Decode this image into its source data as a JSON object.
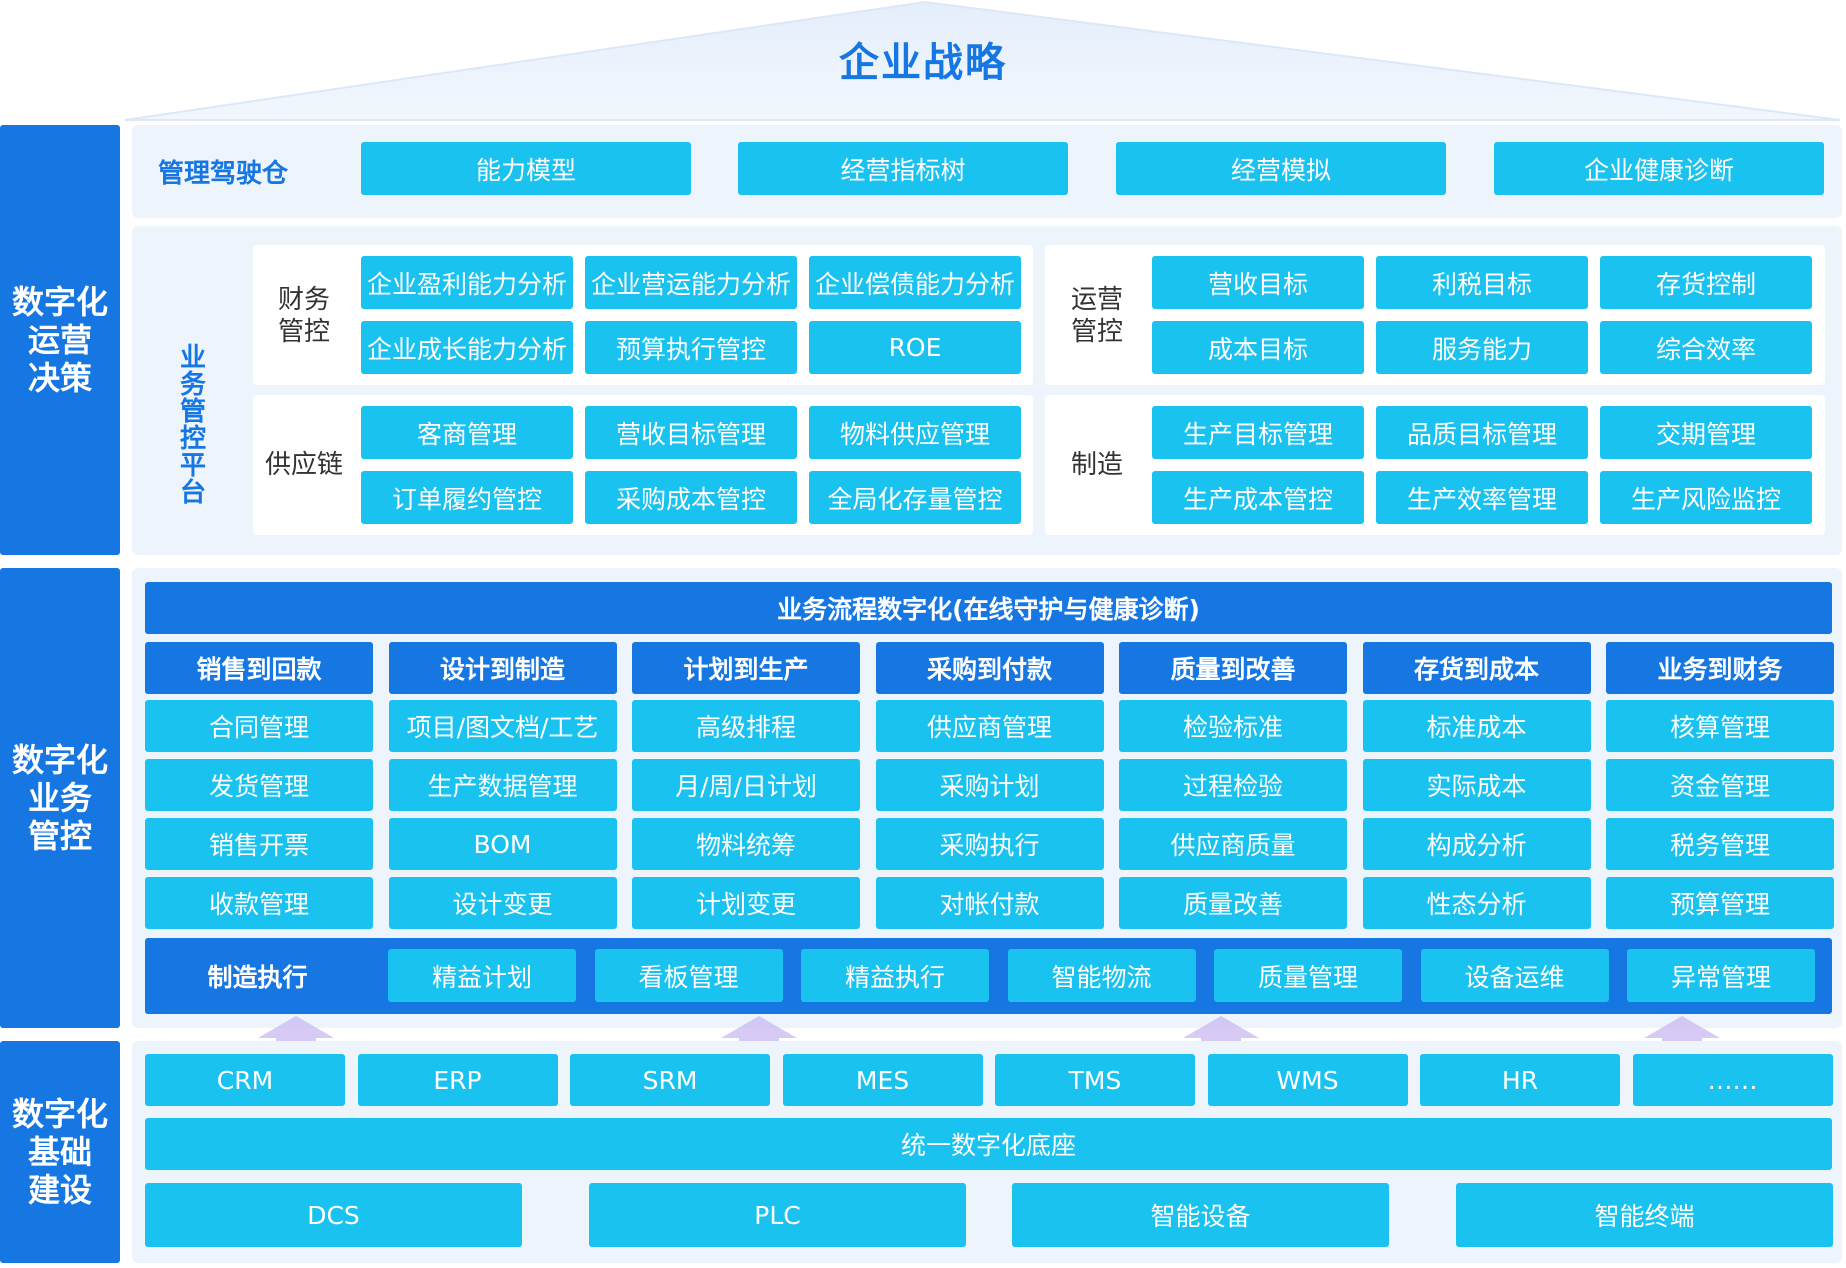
{
  "roof": {
    "title": "企业战略"
  },
  "side_labels": [
    {
      "lines": [
        "数字化",
        "运营",
        "决策"
      ]
    },
    {
      "lines": [
        "数字化",
        "业务",
        "管控"
      ]
    },
    {
      "lines": [
        "数字化",
        "基础",
        "建设"
      ]
    }
  ],
  "cockpit": {
    "label": "管理驾驶仓",
    "items": [
      "能力模型",
      "经营指标树",
      "经营模拟",
      "企业健康诊断"
    ]
  },
  "business_platform": {
    "label": "业务管控平台",
    "panels": [
      {
        "label": "财务\n管控",
        "items": [
          "企业盈利能力分析",
          "企业营运能力分析",
          "企业偿债能力分析",
          "企业成长能力分析",
          "预算执行管控",
          "ROE"
        ]
      },
      {
        "label": "运营\n管控",
        "items": [
          "营收目标",
          "利税目标",
          "存货控制",
          "成本目标",
          "服务能力",
          "综合效率"
        ]
      },
      {
        "label": "供应链",
        "items": [
          "客商管理",
          "营收目标管理",
          "物料供应管理",
          "订单履约管控",
          "采购成本管控",
          "全局化存量管控"
        ]
      },
      {
        "label": "制造",
        "items": [
          "生产目标管理",
          "品质目标管理",
          "交期管理",
          "生产成本管控",
          "生产效率管理",
          "生产风险监控"
        ]
      }
    ]
  },
  "process": {
    "title": "业务流程数字化(在线守护与健康诊断)",
    "columns": [
      {
        "header": "销售到回款",
        "items": [
          "合同管理",
          "发货管理",
          "销售开票",
          "收款管理"
        ]
      },
      {
        "header": "设计到制造",
        "items": [
          "项目/图文档/工艺",
          "生产数据管理",
          "BOM",
          "设计变更"
        ]
      },
      {
        "header": "计划到生产",
        "items": [
          "高级排程",
          "月/周/日计划",
          "物料统筹",
          "计划变更"
        ]
      },
      {
        "header": "采购到付款",
        "items": [
          "供应商管理",
          "采购计划",
          "采购执行",
          "对帐付款"
        ]
      },
      {
        "header": "质量到改善",
        "items": [
          "检验标准",
          "过程检验",
          "供应商质量",
          "质量改善"
        ]
      },
      {
        "header": "存货到成本",
        "items": [
          "标准成本",
          "实际成本",
          "构成分析",
          "性态分析"
        ]
      },
      {
        "header": "业务到财务",
        "items": [
          "核算管理",
          "资金管理",
          "税务管理",
          "预算管理"
        ]
      }
    ],
    "manufacturing": {
      "label": "制造执行",
      "items": [
        "精益计划",
        "看板管理",
        "精益执行",
        "智能物流",
        "质量管理",
        "设备运维",
        "异常管理"
      ]
    }
  },
  "foundation": {
    "systems": [
      "CRM",
      "ERP",
      "SRM",
      "MES",
      "TMS",
      "WMS",
      "HR",
      "……"
    ],
    "base": "统一数字化底座",
    "devices": [
      "DCS",
      "PLC",
      "智能设备",
      "智能终端"
    ]
  },
  "colors": {
    "primary": "#1677e3",
    "cyan": "#1ac2f0",
    "band": "#eef4fc",
    "arrow": "#c9b8f2"
  }
}
